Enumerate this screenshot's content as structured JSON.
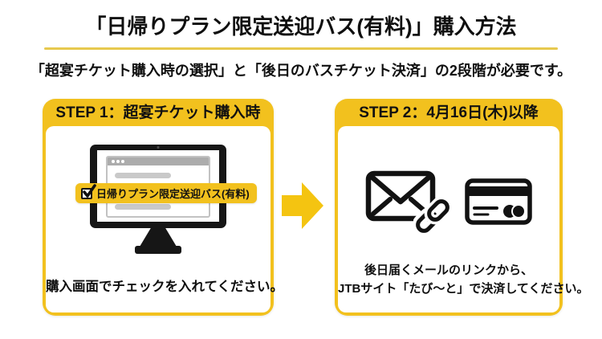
{
  "header": {
    "title": "「日帰りプラン限定送迎バス(有料)」購入方法",
    "subtitle": "「超宴チケット購入時の選択」と「後日のバスチケット決済」の2段階が必要です。"
  },
  "steps": [
    {
      "header": "STEP 1：超宴チケット購入時",
      "illustration": "monitor-with-browser",
      "checkbox_label": "日帰りプラン限定送迎バス(有料)",
      "checkbox_checked": true,
      "caption": "購入画面でチェックを入れてください。"
    },
    {
      "header": "STEP 2：4月16日(木)以降",
      "illustration": [
        "envelope-icon",
        "link-icon",
        "credit-card-icon"
      ],
      "caption_line1": "後日届くメールのリンクから、",
      "caption_line2": "JTBサイト「たび〜と」で決済してください。"
    }
  ],
  "arrow": "right-arrow",
  "colors": {
    "accent_yellow": "#f2c11e",
    "underline_yellow": "#e7c94f",
    "arrow_yellow": "#f4c411",
    "text_black": "#111111"
  }
}
